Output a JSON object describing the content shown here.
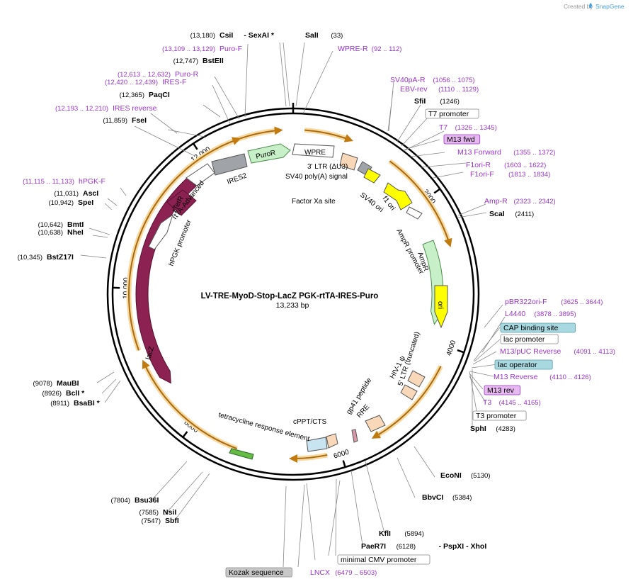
{
  "brand": {
    "prefix": "Created by",
    "name": "SnapGene"
  },
  "plasmid": {
    "name": "LV-TRE-MyoD-Stop-LacZ PGK-rtTA-IRES-Puro",
    "length": "13,233 bp",
    "total_bp": 13233
  },
  "ticks": [
    {
      "bp": 2000,
      "label": "2000"
    },
    {
      "bp": 4000,
      "label": "4000"
    },
    {
      "bp": 6000,
      "label": "6000"
    },
    {
      "bp": 8000,
      "label": "8000"
    },
    {
      "bp": 10000,
      "label": "10,000"
    },
    {
      "bp": 12000,
      "label": "12,000"
    }
  ],
  "restriction_sites": [
    {
      "name": "CsiI",
      "pos": "(13,180)",
      "suffix": "- SexAI *"
    },
    {
      "name": "SalI",
      "pos": "(33)"
    },
    {
      "name": "BstEII",
      "pos": "(12,747)"
    },
    {
      "name": "PaqCI",
      "pos": "(12,365)"
    },
    {
      "name": "FseI",
      "pos": "(11,859)"
    },
    {
      "name": "SfiI",
      "pos": "(1246)"
    },
    {
      "name": "AscI",
      "pos": "(11,031)"
    },
    {
      "name": "SpeI",
      "pos": "(10,942)"
    },
    {
      "name": "BmtI",
      "pos": "(10,642)"
    },
    {
      "name": "NheI",
      "pos": "(10,638)"
    },
    {
      "name": "BstZ17I",
      "pos": "(10,345)"
    },
    {
      "name": "ScaI",
      "pos": "(2411)"
    },
    {
      "name": "SphI",
      "pos": "(4283)"
    },
    {
      "name": "EcoNI",
      "pos": "(5130)"
    },
    {
      "name": "BbvCI",
      "pos": "(5384)"
    },
    {
      "name": "KflI",
      "pos": "(5894)"
    },
    {
      "name": "PaeR7I",
      "pos": "(6128)",
      "suffix": "- PspXI - XhoI"
    },
    {
      "name": "MauBI",
      "pos": "(9078)"
    },
    {
      "name": "BclI *",
      "pos": "(8926)"
    },
    {
      "name": "BsaBI *",
      "pos": "(8911)"
    },
    {
      "name": "Bsu36I",
      "pos": "(7804)"
    },
    {
      "name": "NsiI",
      "pos": "(7585)"
    },
    {
      "name": "SbfI",
      "pos": "(7547)"
    }
  ],
  "primers": [
    {
      "name": "Puro-F",
      "pos": "(13,109 .. 13,129)"
    },
    {
      "name": "WPRE-R",
      "pos": "(92 .. 112)"
    },
    {
      "name": "Puro-R",
      "pos": "(12,613 .. 12,632)"
    },
    {
      "name": "IRES-F",
      "pos": "(12,420 .. 12,439)"
    },
    {
      "name": "IRES reverse",
      "pos": "(12,193 .. 12,210)"
    },
    {
      "name": "SV40pA-R",
      "pos": "(1056 .. 1075)"
    },
    {
      "name": "EBV-rev",
      "pos": "(1110 .. 1129)"
    },
    {
      "name": "T7",
      "pos": "(1326 .. 1345)"
    },
    {
      "name": "M13 Forward",
      "pos": "(1355 .. 1372)"
    },
    {
      "name": "F1ori-R",
      "pos": "(1603 .. 1622)"
    },
    {
      "name": "F1ori-F",
      "pos": "(1813 .. 1834)"
    },
    {
      "name": "hPGK-F",
      "pos": "(11,115 .. 11,133)"
    },
    {
      "name": "Amp-R",
      "pos": "(2323 .. 2342)"
    },
    {
      "name": "pBR322ori-F",
      "pos": "(3625 .. 3644)"
    },
    {
      "name": "L4440",
      "pos": "(3878 .. 3895)"
    },
    {
      "name": "M13/pUC Reverse",
      "pos": "(4091 .. 4113)"
    },
    {
      "name": "M13 Reverse",
      "pos": "(4110 .. 4126)"
    },
    {
      "name": "T3",
      "pos": "(4145 .. 4165)"
    },
    {
      "name": "LNCX",
      "pos": "(6479 .. 6503)"
    }
  ],
  "boxed_features": [
    {
      "name": "T7 promoter",
      "fill": "#ffffff",
      "stroke": "#888888"
    },
    {
      "name": "M13 fwd",
      "fill": "#e6b8f0",
      "stroke": "#9933cc"
    },
    {
      "name": "CAP binding site",
      "fill": "#a8d8e0",
      "stroke": "#5a9aa8"
    },
    {
      "name": "lac promoter",
      "fill": "#ffffff",
      "stroke": "#888888"
    },
    {
      "name": "lac operator",
      "fill": "#a8d8e0",
      "stroke": "#5a9aa8"
    },
    {
      "name": "M13 rev",
      "fill": "#e6b8f0",
      "stroke": "#9933cc"
    },
    {
      "name": "T3 promoter",
      "fill": "#ffffff",
      "stroke": "#888888"
    },
    {
      "name": "minimal CMV promoter",
      "fill": "#ffffff",
      "stroke": "#888888"
    },
    {
      "name": "Kozak sequence",
      "fill": "#c8c8c8",
      "stroke": "#888888"
    }
  ],
  "features": {
    "WPRE": "WPRE",
    "PuroR": "PuroR",
    "IRES2": "IRES2",
    "rtTA_Advanced": "rtTA-Advanced",
    "rTetR": "rTetR",
    "hPGK_promoter": "hPGK promoter",
    "LTR3": "3' LTR (ΔU3)",
    "SV40_polyA": "SV40 poly(A) signal",
    "SV40_ori": "SV40 ori",
    "f1_ori": "f1 ori",
    "FactorXa": "Factor Xa site",
    "AmpR_promoter": "AmpR promoter",
    "AmpR": "AmpR",
    "ori": "ori",
    "HIV_psi": "HIV-1 ψ",
    "LTR5": "5' LTR (truncated)",
    "RRE": "RRE",
    "gp41": "gp41 peptide",
    "cPPT": "cPPT/CTS",
    "TRE": "tetracycline response element",
    "lacZ": "lacZ"
  },
  "colors": {
    "puro": "#c8f0c8",
    "wpre": "#ffffff",
    "ires": "#a0a4a8",
    "rtta": "#8b2252",
    "lacz": "#8b2252",
    "ampr": "#c8f0c8",
    "ori": "#ffff00",
    "f1ori": "#ffff00",
    "ltr": "#f8d8b8",
    "sv40": "#ffff00",
    "orf": "#f5a623",
    "primer": "#9933cc"
  }
}
